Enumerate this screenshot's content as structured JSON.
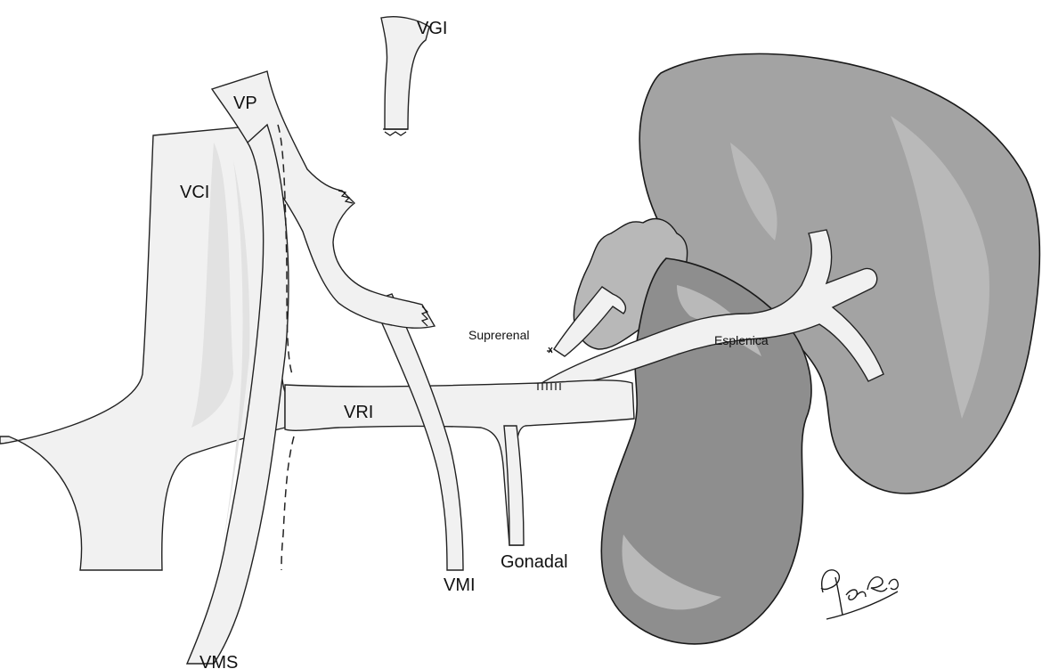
{
  "labels": {
    "vgi": "VGI",
    "vp": "VP",
    "vci": "VCI",
    "suprerenal": "Suprerenal",
    "esplenica": "Esplenica",
    "vri": "VRI",
    "gonadal": "Gonadal",
    "vmi": "VMI",
    "vms": "VMS"
  },
  "signature": "PERA",
  "colors": {
    "vein_fill": "#f1f1f1",
    "kidney": "#8e8e8e",
    "spleen": "#a3a3a3",
    "outline": "#1a1a1a"
  }
}
